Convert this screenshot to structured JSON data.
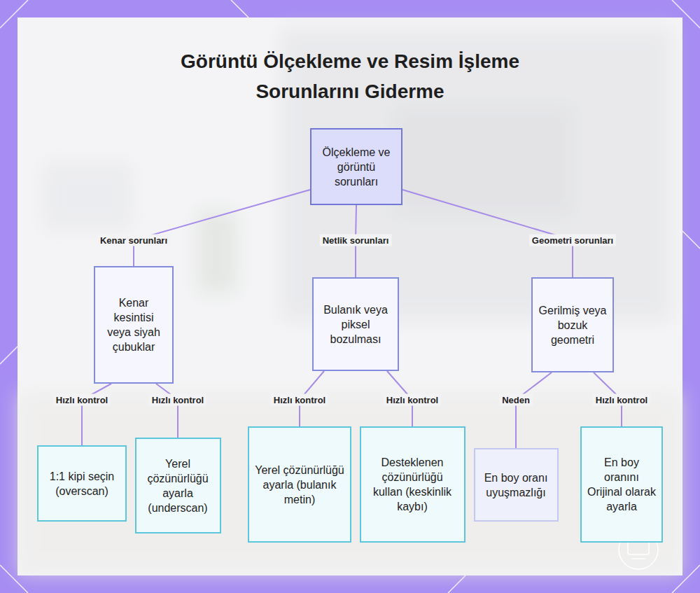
{
  "diagram": {
    "title": "Görüntü Ölçekleme ve Resim İşleme Sorunlarını Giderme",
    "nodes": [
      {
        "text": [
          "Ölçekleme ve görüntü sorunları"
        ]
      },
      {
        "text": [
          "Kenar kesintisi veya siyah çubuklar"
        ]
      },
      {
        "text": [
          "Bulanık veya piksel bozulması"
        ]
      },
      {
        "text": [
          "Gerilmiş veya bozuk geometri"
        ]
      },
      {
        "text": [
          "1:1 kipi seçin (overscan)"
        ]
      },
      {
        "text": [
          "Yerel çözünürlüğü ayarla (underscan)"
        ]
      },
      {
        "text": [
          "Yerel çözünürlüğü ayarla (bulanık metin)"
        ]
      },
      {
        "text": [
          "Desteklenen çözünürlüğü kullan (keskinlik kaybı)"
        ]
      },
      {
        "text": [
          "En boy oranı uyuşmazlığı"
        ]
      },
      {
        "text": [
          "En boy oranını Orijinal olarak ayarla"
        ]
      }
    ],
    "edges": [
      {
        "from": 0,
        "to": 1,
        "label": "Kenar sorunları",
        "arrow": "none"
      },
      {
        "from": 0,
        "to": 2,
        "label": "Netlik sorunları",
        "arrow": "none"
      },
      {
        "from": 0,
        "to": 3,
        "label": "Geometri sorunları",
        "arrow": "none"
      },
      {
        "from": 1,
        "to": 4,
        "label": "Hızlı kontrol",
        "arrow": "none"
      },
      {
        "from": 1,
        "to": 5,
        "label": "Hızlı kontrol",
        "arrow": "none"
      },
      {
        "from": 2,
        "to": 6,
        "label": "Hızlı kontrol",
        "arrow": "none"
      },
      {
        "from": 2,
        "to": 7,
        "label": "Hızlı kontrol",
        "arrow": "none"
      },
      {
        "from": 3,
        "to": 8,
        "label": "Neden",
        "arrow": "none"
      },
      {
        "from": 3,
        "to": 9,
        "label": "Hızlı kontrol",
        "arrow": "none"
      }
    ]
  }
}
